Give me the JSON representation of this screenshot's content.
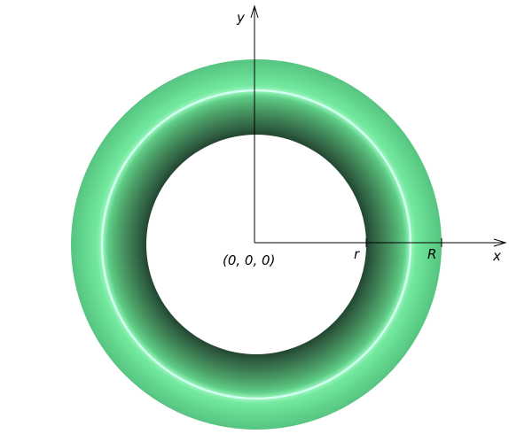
{
  "labels": {
    "y_axis": "y",
    "x_axis": "x",
    "origin": "(0, 0, 0)",
    "inner_radius": "r",
    "outer_radius": "R"
  },
  "colors": {
    "torus_base": "#5fcf8a",
    "torus_shadow": "#1d3d2a",
    "highlight": "#d4fff0",
    "axis": "#000000",
    "background": "#ffffff"
  }
}
